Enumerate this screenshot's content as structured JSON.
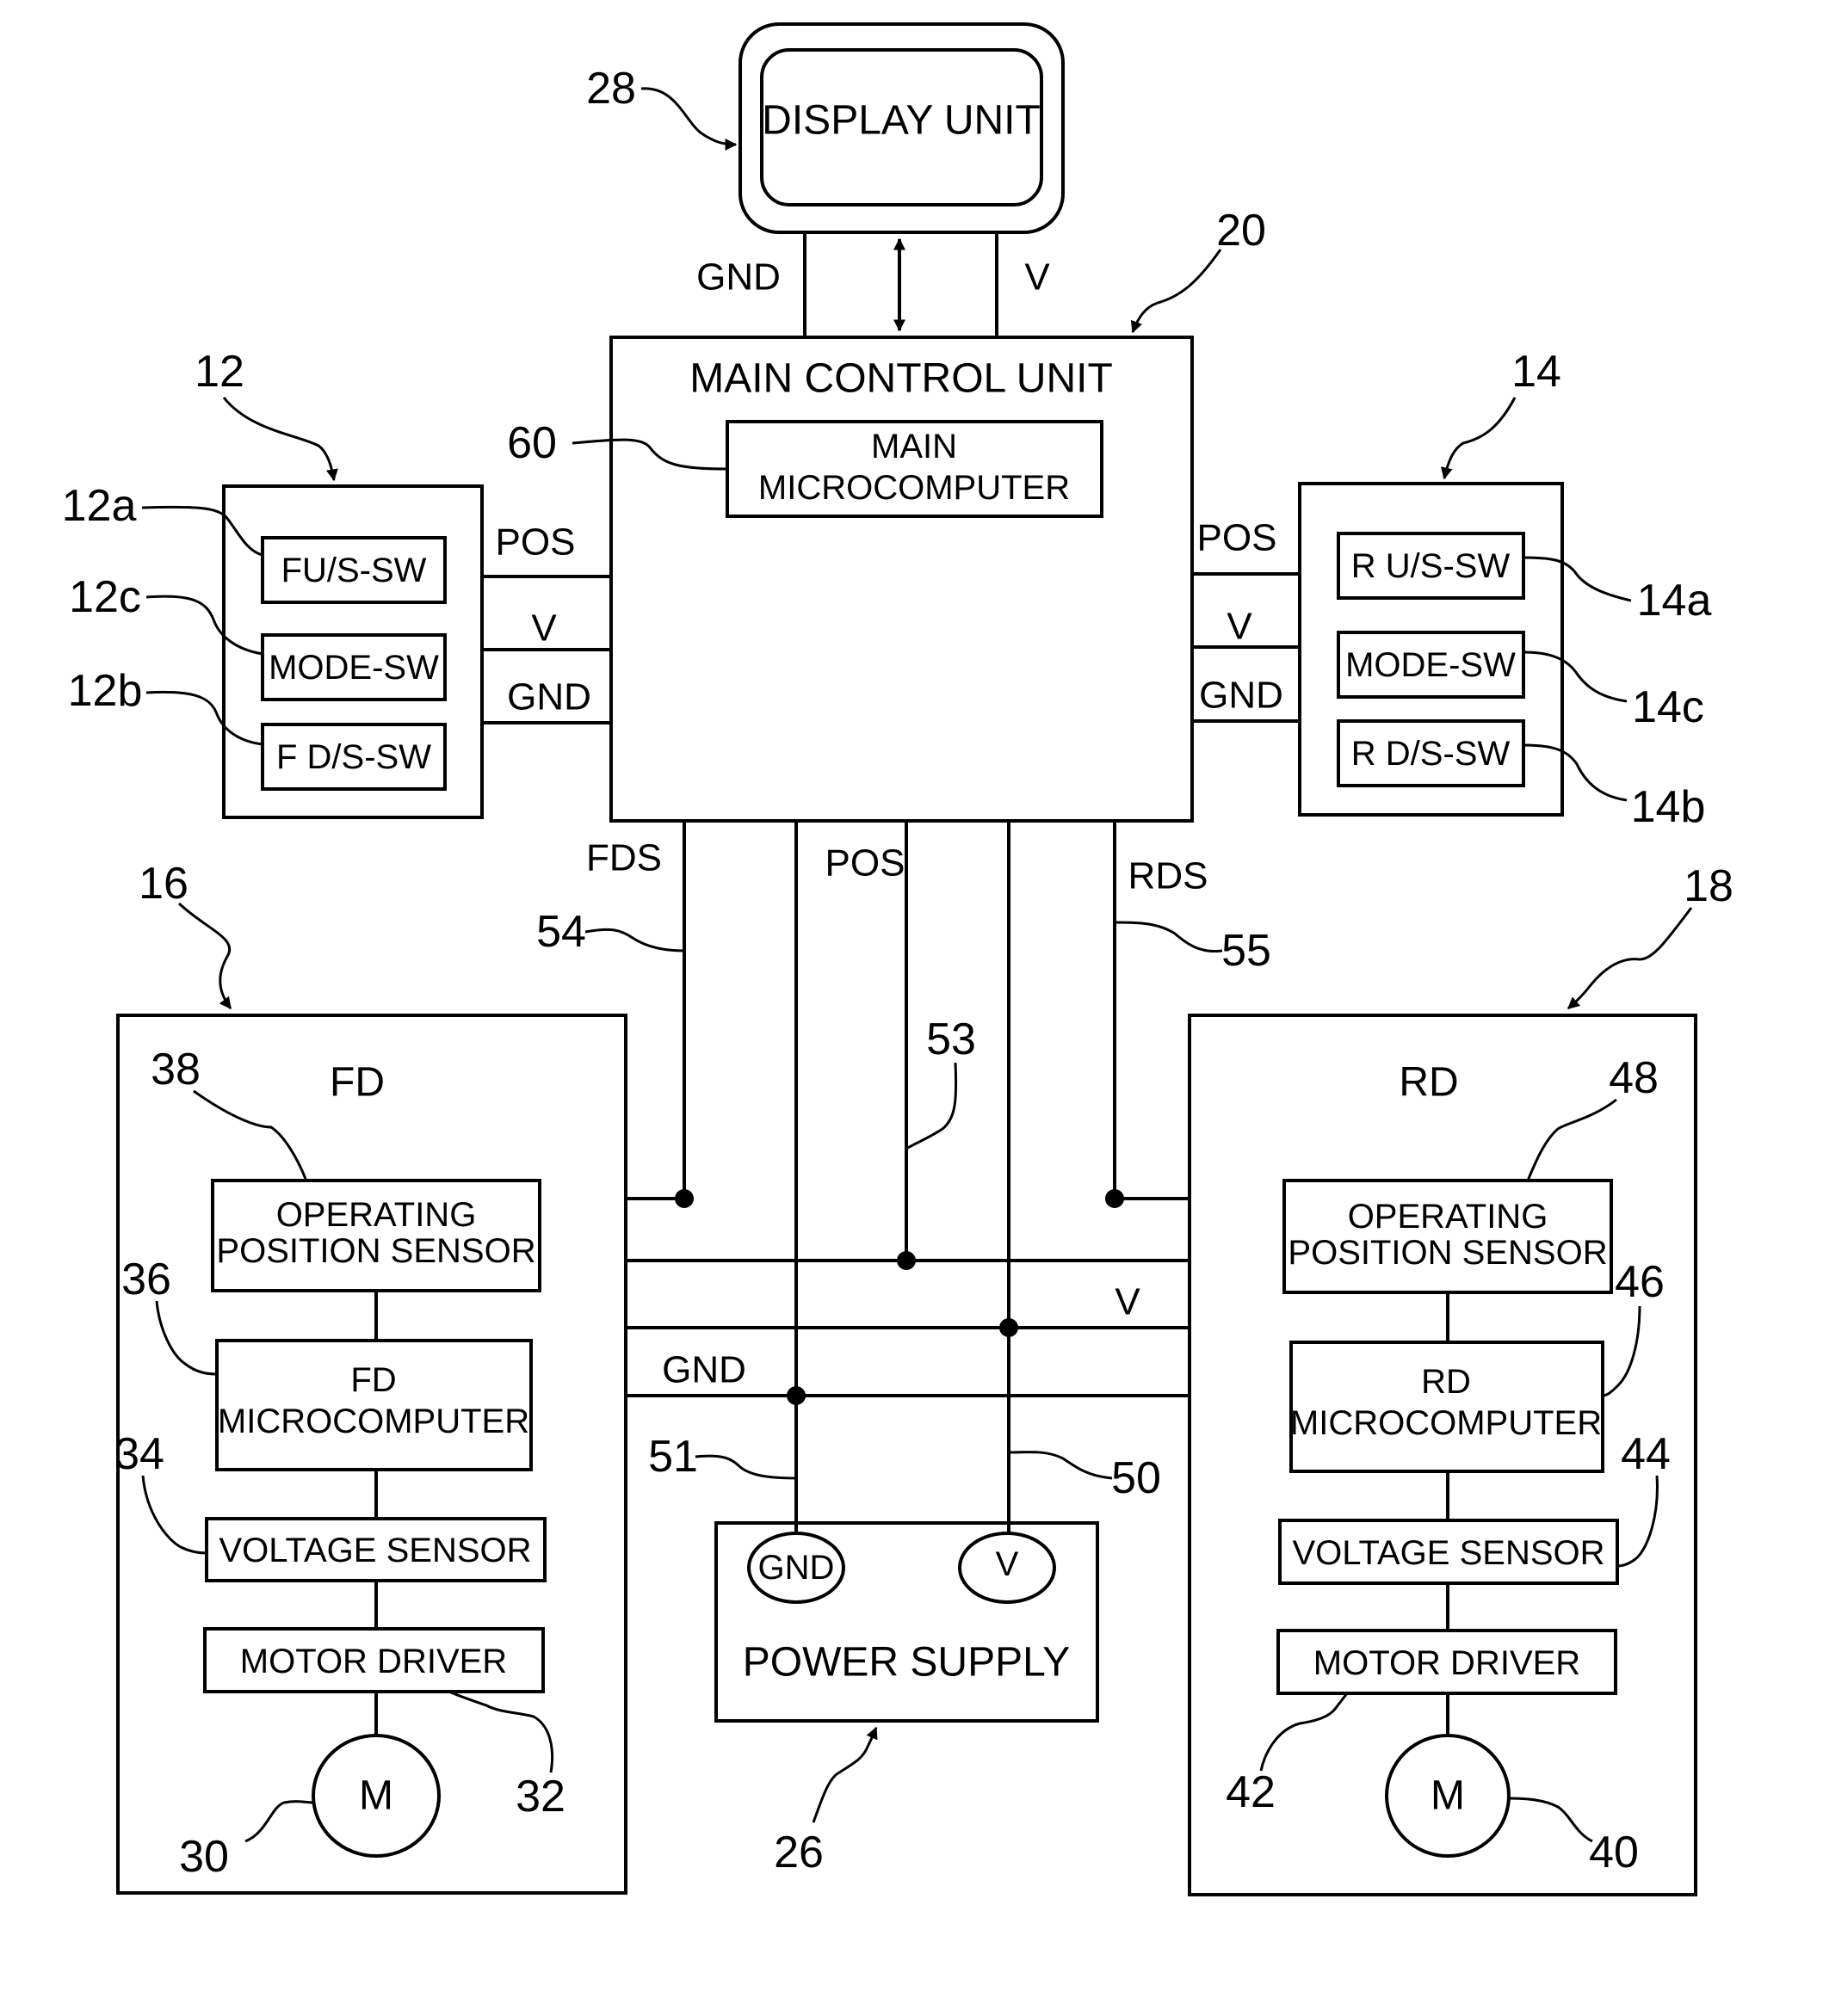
{
  "display_unit": {
    "label": "DISPLAY UNIT",
    "ref": "28"
  },
  "main_control_unit": {
    "label": "MAIN CONTROL UNIT",
    "ref": "20",
    "microcomputer": {
      "line1": "MAIN",
      "line2": "MICROCOMPUTER",
      "ref": "60"
    }
  },
  "display_signals": {
    "gnd": "GND",
    "v": "V"
  },
  "front_switch_unit": {
    "ref": "12",
    "switches": [
      {
        "label": "FU/S-SW",
        "ref": "12a"
      },
      {
        "label": "MODE-SW",
        "ref": "12c"
      },
      {
        "label": "F D/S-SW",
        "ref": "12b"
      }
    ],
    "signals": [
      "POS",
      "V",
      "GND"
    ]
  },
  "rear_switch_unit": {
    "ref": "14",
    "switches": [
      {
        "label": "R U/S-SW",
        "ref": "14a"
      },
      {
        "label": "MODE-SW",
        "ref": "14c"
      },
      {
        "label": "R D/S-SW",
        "ref": "14b"
      }
    ],
    "signals": [
      "POS",
      "V",
      "GND"
    ]
  },
  "bus": {
    "fds": "FDS",
    "fds_ref": "54",
    "pos": "POS",
    "pos_ref": "53",
    "rds": "RDS",
    "rds_ref": "55",
    "v": "V",
    "v_ref": "50",
    "gnd": "GND",
    "gnd_ref": "51"
  },
  "front_derailleur": {
    "label": "FD",
    "ref": "16",
    "sensor": {
      "line1": "OPERATING",
      "line2": "POSITION SENSOR",
      "ref": "38"
    },
    "micro": {
      "line1": "FD",
      "line2": "MICROCOMPUTER",
      "ref": "36"
    },
    "voltage_sensor": {
      "label": "VOLTAGE SENSOR",
      "ref": "34"
    },
    "motor_driver": {
      "label": "MOTOR DRIVER",
      "ref": "32"
    },
    "motor": {
      "label": "M",
      "ref": "30"
    }
  },
  "rear_derailleur": {
    "label": "RD",
    "ref": "18",
    "sensor": {
      "line1": "OPERATING",
      "line2": "POSITION SENSOR",
      "ref": "48"
    },
    "micro": {
      "line1": "RD",
      "line2": "MICROCOMPUTER",
      "ref": "46"
    },
    "voltage_sensor": {
      "label": "VOLTAGE SENSOR",
      "ref": "44"
    },
    "motor_driver": {
      "label": "MOTOR DRIVER",
      "ref": "42"
    },
    "motor": {
      "label": "M",
      "ref": "40"
    }
  },
  "power_supply": {
    "label": "POWER SUPPLY",
    "ref": "26",
    "gnd_terminal": "GND",
    "v_terminal": "V"
  }
}
